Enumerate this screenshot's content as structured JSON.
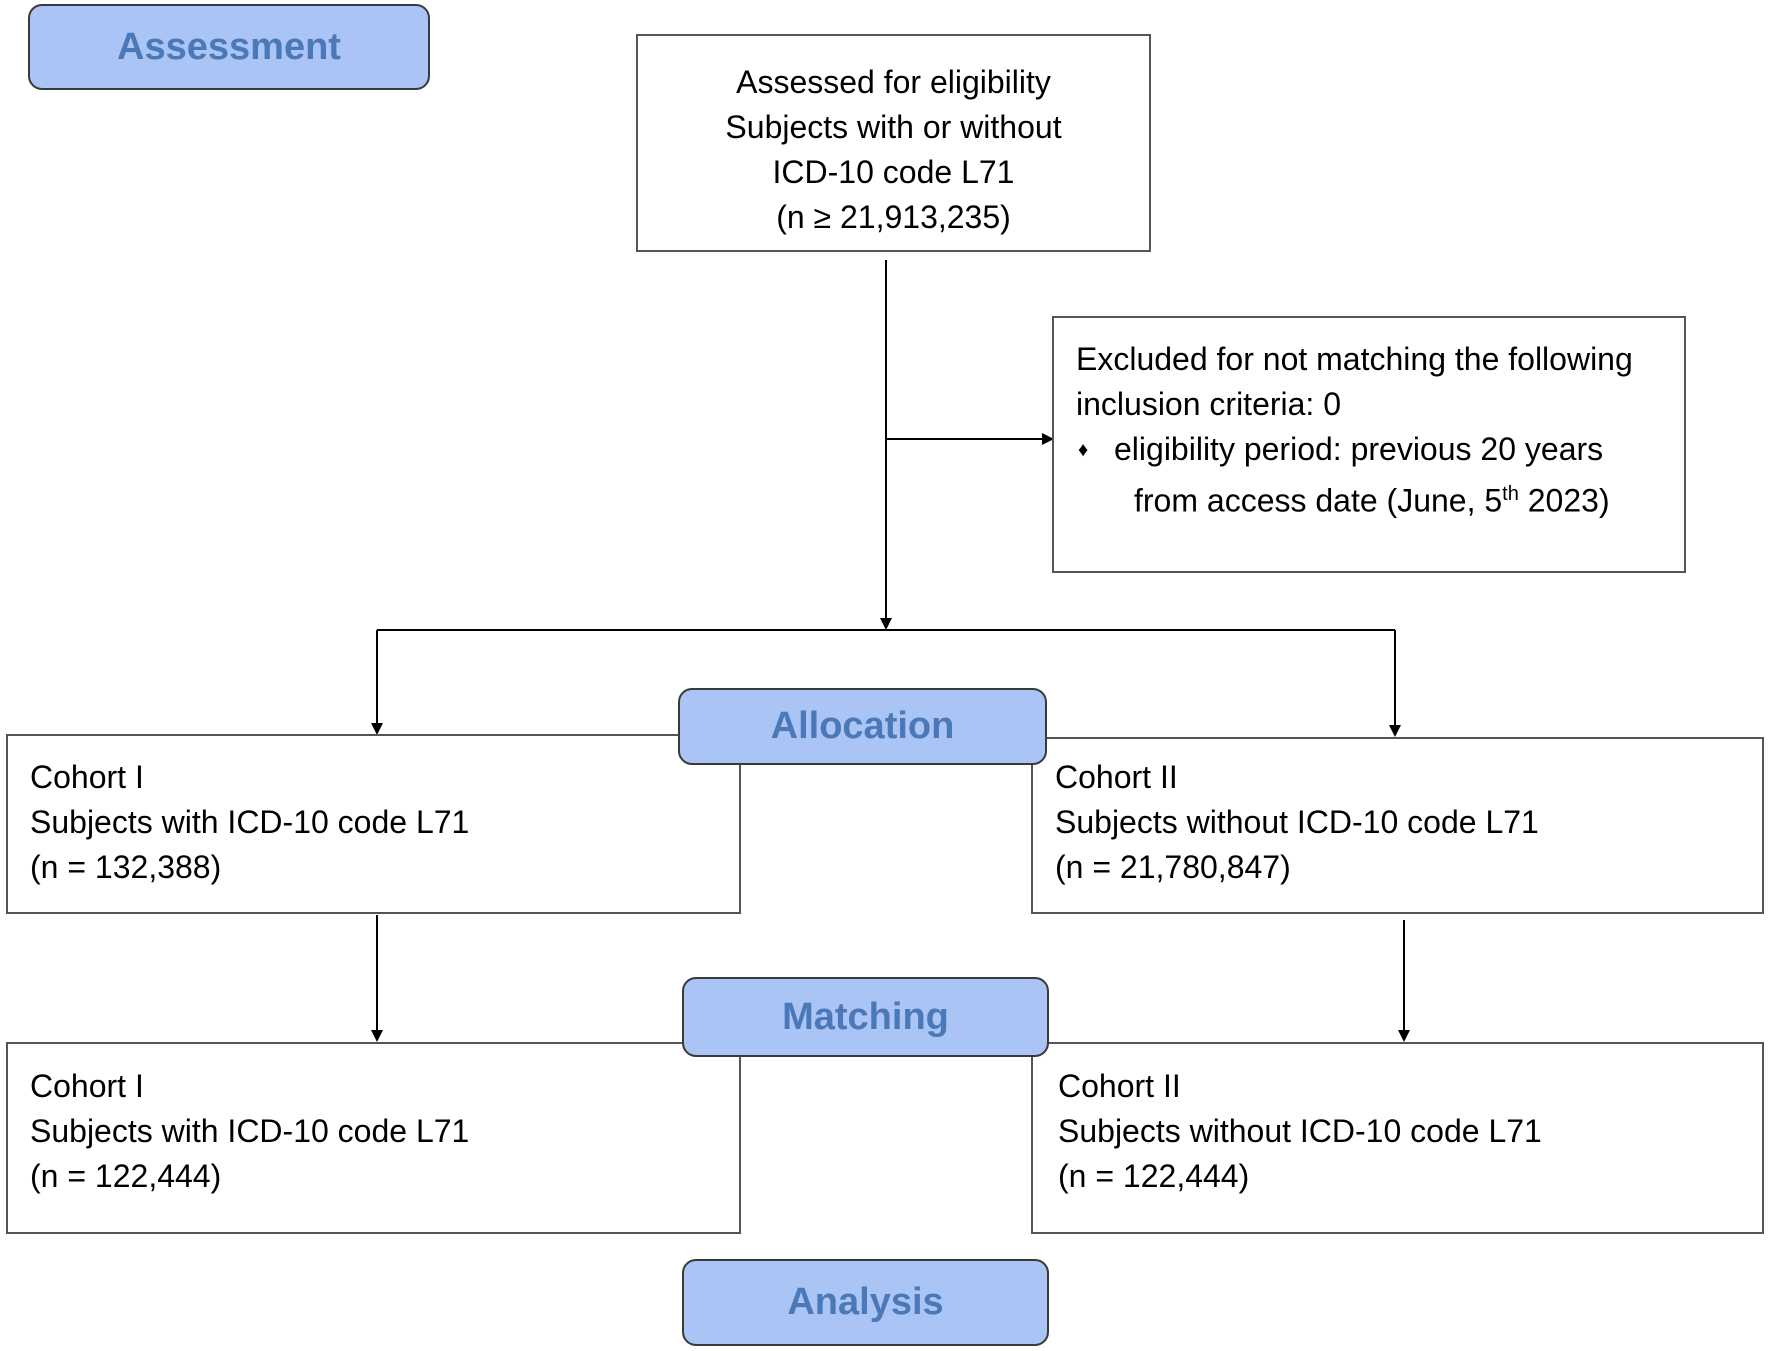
{
  "stages": {
    "assessment": "Assessment",
    "allocation": "Allocation",
    "matching": "Matching",
    "analysis": "Analysis"
  },
  "assessed": {
    "line1": "Assessed for eligibility",
    "line2": "Subjects with or without",
    "line3": "ICD-10 code L71",
    "line4": "(n ≥ 21,913,235)"
  },
  "excluded": {
    "line1": "Excluded for not matching the following",
    "line2": "inclusion criteria: 0",
    "bullet": "♦",
    "item_line1": "eligibility period: previous 20 years",
    "item_line2_pre": "from access date (June, 5",
    "item_line2_sup": "th",
    "item_line2_post": " 2023)"
  },
  "allocation": {
    "cohort1": {
      "title": "Cohort I",
      "desc": "Subjects with ICD-10 code L71",
      "n": "(n = 132,388)"
    },
    "cohort2": {
      "title": "Cohort II",
      "desc": "Subjects without ICD-10 code L71",
      "n": "(n = 21,780,847)"
    }
  },
  "matching": {
    "cohort1": {
      "title": "Cohort I",
      "desc": "Subjects with ICD-10 code L71",
      "n": "(n = 122,444)"
    },
    "cohort2": {
      "title": "Cohort II",
      "desc": "Subjects without ICD-10 code L71",
      "n": "(n = 122,444)"
    }
  },
  "colors": {
    "stage_fill": "#a9c4f5",
    "stage_text": "#4b79b8",
    "line": "#000000"
  }
}
